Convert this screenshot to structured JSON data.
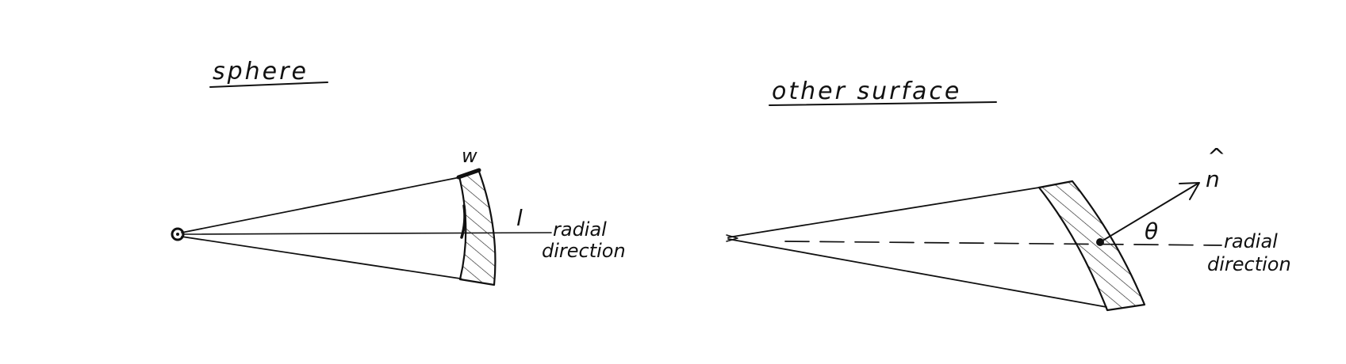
{
  "sphere": {
    "title": "sphere",
    "w_label": "w",
    "l_label": "l",
    "radial_label_line1": "radial",
    "radial_label_line2": "direction"
  },
  "other": {
    "title": "other surface",
    "n_label": "n",
    "n_hat": "^",
    "theta_label": "θ",
    "radial_label_line1": "radial",
    "radial_label_line2": "direction"
  }
}
